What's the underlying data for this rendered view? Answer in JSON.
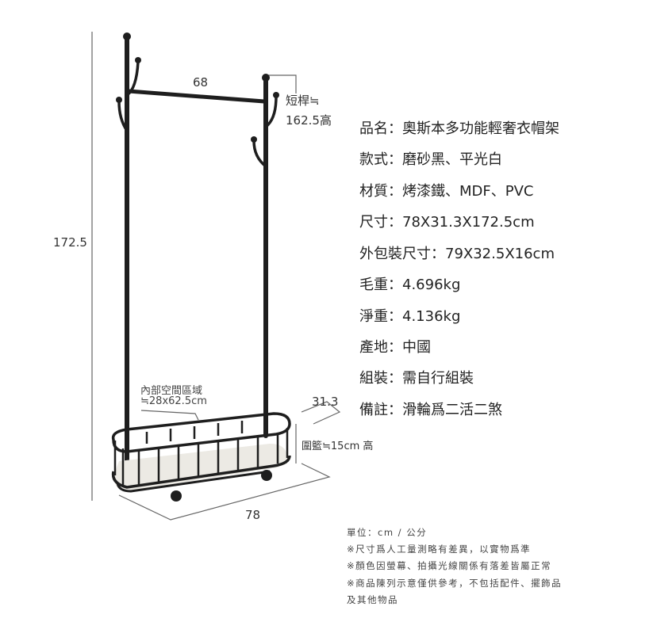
{
  "dimensions": {
    "width_top": "68",
    "short_pole_label": "短桿≒",
    "short_pole_height": "162.5高",
    "total_height": "172.5",
    "inner_area_label": "內部空間區域",
    "inner_area_value": "≒28x62.5cm",
    "depth": "31.3",
    "basket_height": "圍籃≒15cm 高",
    "width_bottom": "78"
  },
  "specs": [
    "品名：奧斯本多功能輕奢衣帽架",
    "款式：磨砂黑、平光白",
    "材質：烤漆鐵、MDF、PVC",
    "尺寸：78X31.3X172.5cm",
    "外包裝尺寸：79X32.5X16cm",
    "毛重：4.696kg",
    "淨重：4.136kg",
    "產地：中國",
    "組裝：需自行組裝",
    "備註：滑輪爲二活二煞"
  ],
  "notes": [
    "單位：cm / 公分",
    "※尺寸爲人工量測略有差異，以實物爲準",
    "※顏色因螢幕、拍攝光線關係有落差皆屬正常",
    "※商品陳列示意僅供參考，不包括配件、擺飾品",
    "及其他物品"
  ],
  "colors": {
    "frame": "#1e1e1e",
    "dim_line": "#666666",
    "shelf": "#eceae4"
  }
}
